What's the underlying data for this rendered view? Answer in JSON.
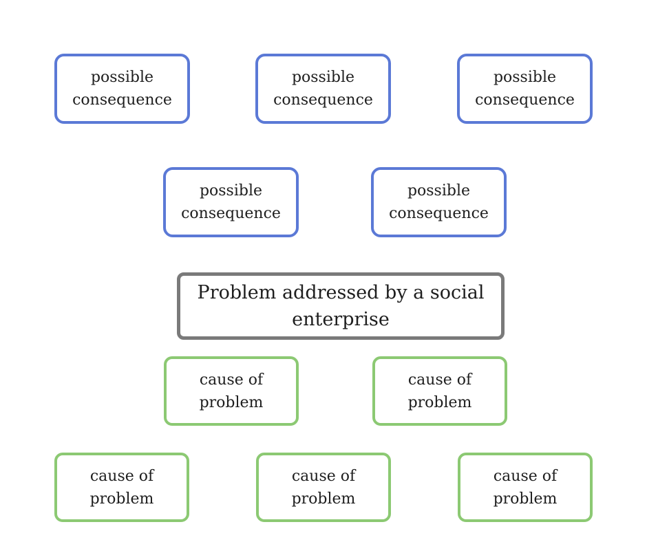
{
  "colors": {
    "background": "#ffffff",
    "consequence_border": "#5b79d6",
    "cause_border": "#8cc973",
    "problem_border": "#7a7a7a",
    "text": "#1e1e1e"
  },
  "diagram": {
    "central_label": "Problem addressed by a social\nenterprise",
    "boxes": [
      {
        "id": "consequence-1",
        "type": "consequence",
        "label": "possible\nconsequence"
      },
      {
        "id": "consequence-2",
        "type": "consequence",
        "label": "possible\nconsequence"
      },
      {
        "id": "consequence-3",
        "type": "consequence",
        "label": "possible\nconsequence"
      },
      {
        "id": "consequence-4",
        "type": "consequence",
        "label": "possible\nconsequence"
      },
      {
        "id": "consequence-5",
        "type": "consequence",
        "label": "possible\nconsequence"
      },
      {
        "id": "cause-1",
        "type": "cause",
        "label": "cause of\nproblem"
      },
      {
        "id": "cause-2",
        "type": "cause",
        "label": "cause of\nproblem"
      },
      {
        "id": "cause-3",
        "type": "cause",
        "label": "cause of\nproblem"
      },
      {
        "id": "cause-4",
        "type": "cause",
        "label": "cause of\nproblem"
      },
      {
        "id": "cause-5",
        "type": "cause",
        "label": "cause of\nproblem"
      }
    ]
  }
}
